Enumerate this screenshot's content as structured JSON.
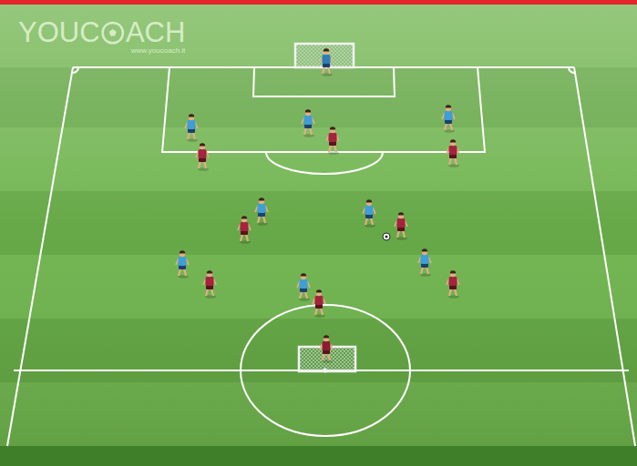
{
  "diagram": {
    "labels": [
      "YOUC",
      "ACH",
      "www.youcoach.it"
    ]
  }
}
